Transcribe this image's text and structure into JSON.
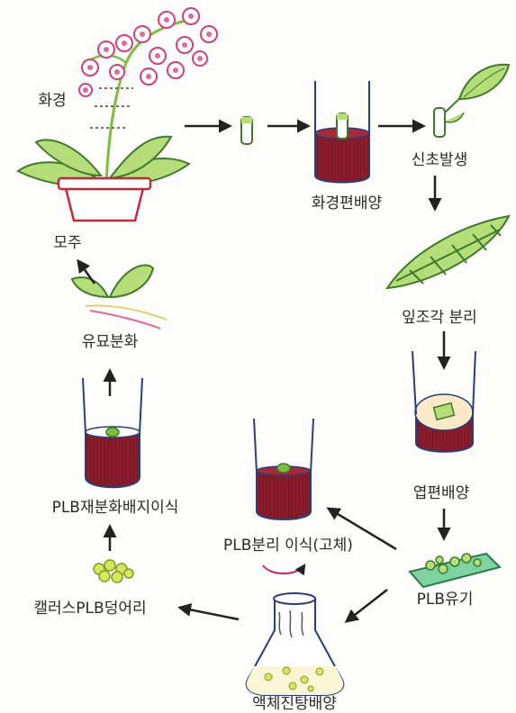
{
  "labels": {
    "inflorescence": "화경",
    "stock_plant": "모주",
    "flower_stalk_culture": "화경편배양",
    "shoot_formation": "신초발생",
    "leaf_segment_separation": "잎조각 분리",
    "leaf_segment_culture": "엽편배양",
    "plb_induction": "PLB유기",
    "plb_separation_transfer": "PLB분리 이식(고체)",
    "liquid_shaking_culture": "액체진탕배양",
    "callus_plb_mass": "캘러스PLB덩어리",
    "plb_redifferentiation_transfer": "PLB재분화배지이식",
    "plantlet_differentiation": "유묘분화"
  },
  "colors": {
    "medium": "#8a1c2c",
    "leaf": "#a9d86a",
    "leaf_dark": "#3f7a2a",
    "flower": "#e0689a",
    "pot": "#c22a3a",
    "vessel": "#2a3f7a",
    "arrow": "#222222"
  }
}
